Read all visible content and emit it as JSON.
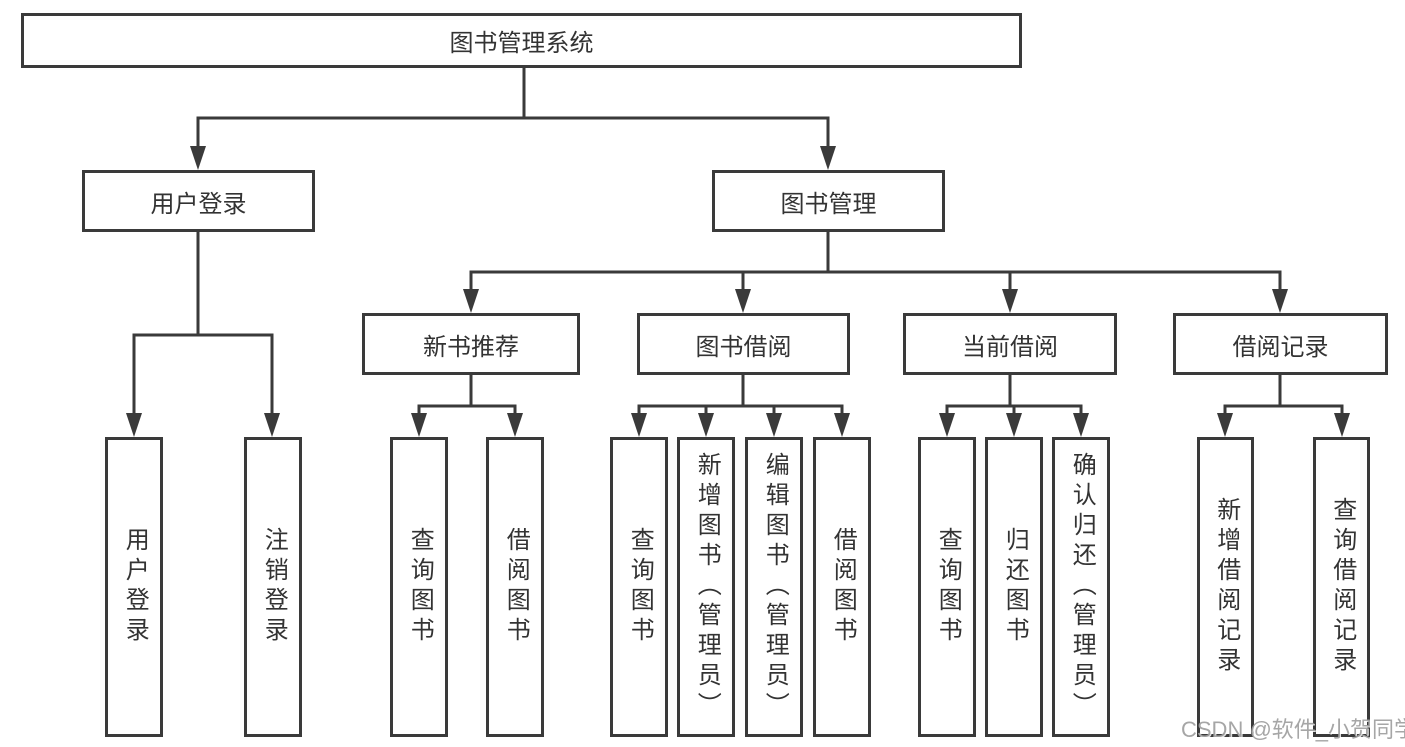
{
  "diagram": {
    "root": {
      "label": "图书管理系统"
    },
    "level2": [
      {
        "label": "用户登录"
      },
      {
        "label": "图书管理"
      }
    ],
    "level3": [
      {
        "label": "新书推荐"
      },
      {
        "label": "图书借阅"
      },
      {
        "label": "当前借阅"
      },
      {
        "label": "借阅记录"
      }
    ],
    "leaves": {
      "user_login": [
        {
          "label": "用户登录"
        },
        {
          "label": "注销登录"
        }
      ],
      "new_book": [
        {
          "label": "查询图书"
        },
        {
          "label": "借阅图书"
        }
      ],
      "book_borrow": [
        {
          "label": "查询图书"
        },
        {
          "label": "新增图书（管理员）"
        },
        {
          "label": "编辑图书（管理员）"
        },
        {
          "label": "借阅图书"
        }
      ],
      "current_borrow": [
        {
          "label": "查询图书"
        },
        {
          "label": "归还图书"
        },
        {
          "label": "确认归还（管理员）"
        }
      ],
      "borrow_record": [
        {
          "label": "新增借阅记录"
        },
        {
          "label": "查询借阅记录"
        }
      ]
    }
  },
  "watermark": {
    "text": "CSDN @软件_小贺同学"
  },
  "colors": {
    "line": "#3a3a3a",
    "text": "#333333",
    "box_fill": "#ffffff",
    "background": "#ffffff",
    "watermark": "#9e9e9e"
  }
}
